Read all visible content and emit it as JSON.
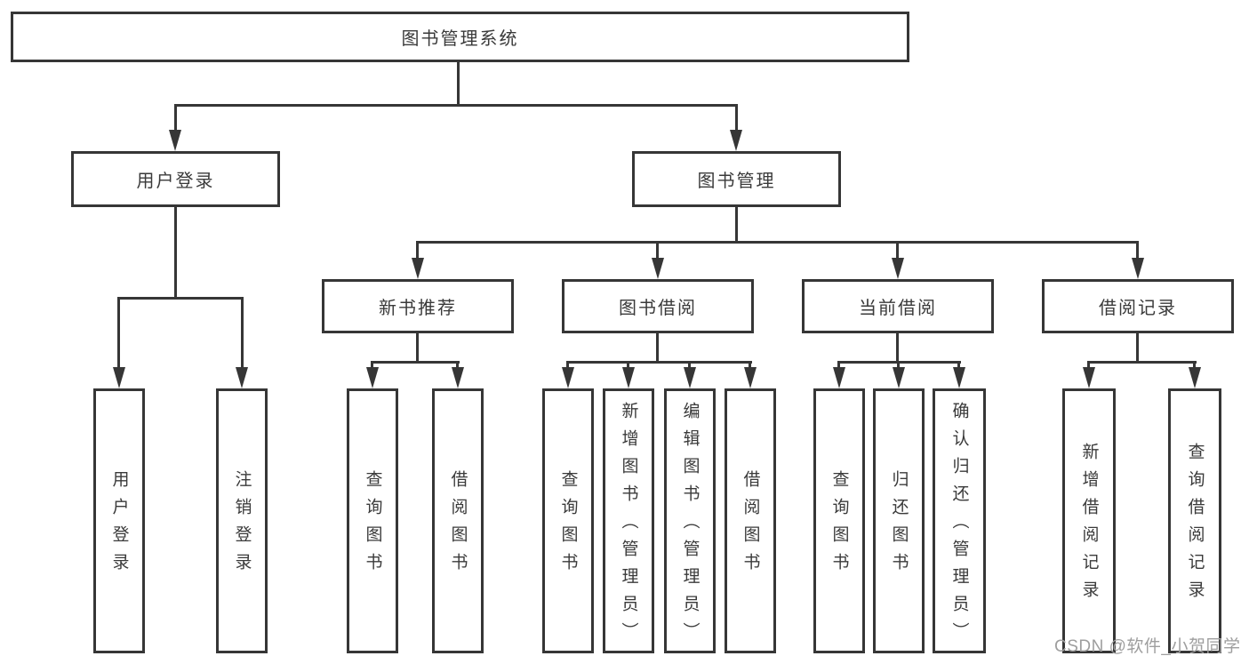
{
  "diagram": {
    "root": {
      "label": "图书管理系统",
      "children": [
        {
          "label": "用户登录",
          "children": [
            {
              "label": "用户登录"
            },
            {
              "label": "注销登录"
            }
          ]
        },
        {
          "label": "图书管理",
          "children": [
            {
              "label": "新书推荐",
              "children": [
                {
                  "label": "查询图书"
                },
                {
                  "label": "借阅图书"
                }
              ]
            },
            {
              "label": "图书借阅",
              "children": [
                {
                  "label": "查询图书"
                },
                {
                  "label": "新增图书（管理员）"
                },
                {
                  "label": "编辑图书（管理员）"
                },
                {
                  "label": "借阅图书"
                }
              ]
            },
            {
              "label": "当前借阅",
              "children": [
                {
                  "label": "查询图书"
                },
                {
                  "label": "归还图书"
                },
                {
                  "label": "确认归还（管理员）"
                }
              ]
            },
            {
              "label": "借阅记录",
              "children": [
                {
                  "label": "新增借阅记录"
                },
                {
                  "label": "查询借阅记录"
                }
              ]
            }
          ]
        }
      ]
    }
  },
  "watermark": {
    "text": "CSDN @软件_小贺同学"
  },
  "colors": {
    "line": "#363636",
    "text": "#3a3a3a",
    "watermark": "#9e9e9e",
    "background": "#ffffff"
  }
}
